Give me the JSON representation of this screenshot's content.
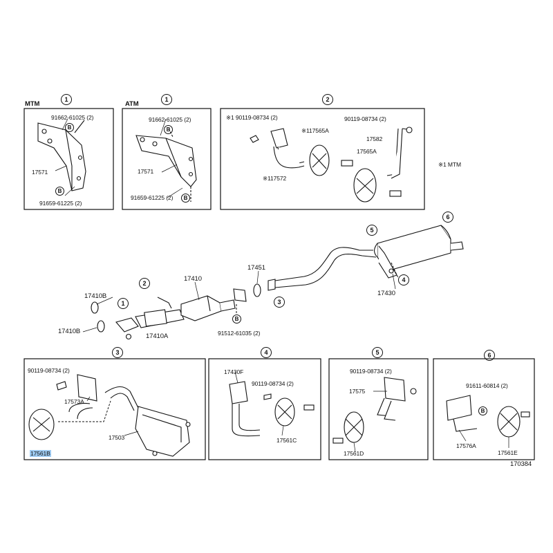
{
  "panels": {
    "mtm": {
      "variant": "MTM",
      "ref": "1",
      "labels": [
        "91662-61025 (2)",
        "17571",
        "91659-61225 (2)"
      ],
      "fastener": "B"
    },
    "atm": {
      "variant": "ATM",
      "ref": "1",
      "labels": [
        "91662-61025 (2)",
        "17571",
        "91659-61225 (2)"
      ],
      "fastener": "B"
    },
    "p2": {
      "ref": "2",
      "labels": [
        "※1 90119-08734 (2)",
        "90119-08734 (2)",
        "※117565A",
        "17582",
        "17565A",
        "※117572"
      ],
      "note": "※1 MTM"
    },
    "p3": {
      "ref": "3",
      "labels": [
        "90119-08734 (2)",
        "17573A",
        "17503",
        "17561B"
      ]
    },
    "p4": {
      "ref": "4",
      "labels": [
        "17430F",
        "90119-08734 (2)",
        "17561C"
      ]
    },
    "p5": {
      "ref": "5",
      "labels": [
        "90119-08734 (2)",
        "17575",
        "17561D"
      ]
    },
    "p6": {
      "ref": "6",
      "labels": [
        "91611-60814 (2)",
        "17576A",
        "17561E"
      ],
      "fastener": "B"
    }
  },
  "main": {
    "refs": [
      "2",
      "1",
      "5",
      "6",
      "4",
      "3"
    ],
    "labels": [
      "17410",
      "17451",
      "17410B",
      "17410B",
      "17410A",
      "91512-61035 (2)",
      "17430"
    ],
    "fastener": "B"
  },
  "diagram_number": "170384",
  "highlighted_part": "17561B"
}
